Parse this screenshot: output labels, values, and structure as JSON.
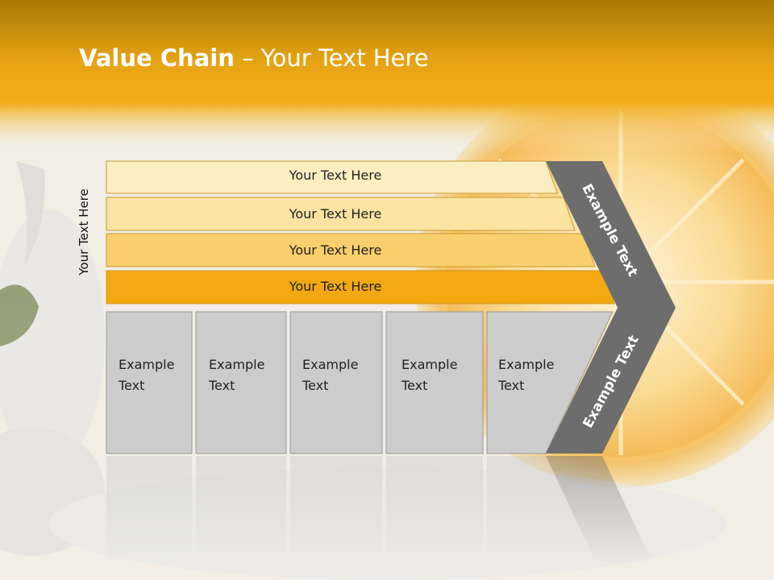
{
  "slide": {
    "title_bold": "Value Chain",
    "title_rest": " – Your Text Here",
    "side_label": "Your Text Here"
  },
  "bands": [
    {
      "label": "Your Text Here",
      "color": "#fdeec2"
    },
    {
      "label": "Your Text Here",
      "color": "#fbe3a2"
    },
    {
      "label": "Your Text Here",
      "color": "#f9cf6d"
    },
    {
      "label": "Your Text Here",
      "color": "#f3a812"
    }
  ],
  "boxes": [
    {
      "line1": "Example",
      "line2": "Text"
    },
    {
      "line1": "Example",
      "line2": "Text"
    },
    {
      "line1": "Example",
      "line2": "Text"
    },
    {
      "line1": "Example",
      "line2": "Text"
    },
    {
      "line1": "Example",
      "line2": "Text"
    }
  ],
  "chevron": {
    "upper_label": "Example Text",
    "lower_label": "Example Text",
    "color": "#6d6d6d"
  },
  "colors": {
    "header_top": "#b07d05",
    "header_bottom": "#f2ae1c",
    "box_fill": "#cccccc",
    "box_stroke": "#9a9a9a"
  }
}
